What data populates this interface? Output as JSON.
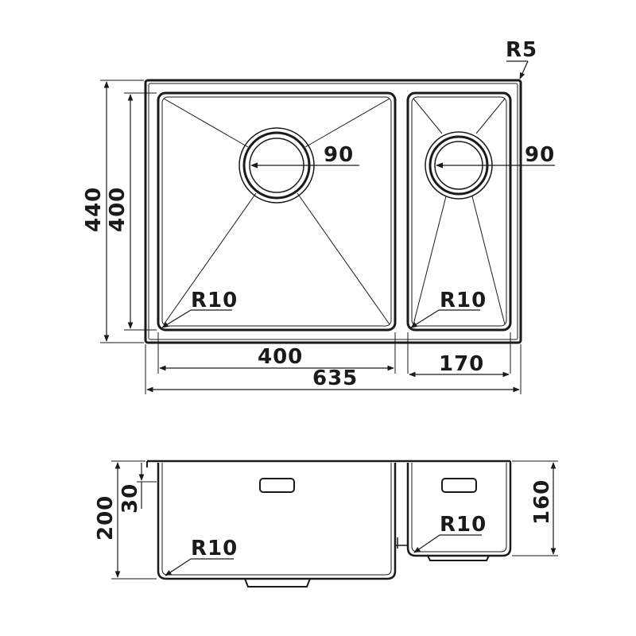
{
  "top_view": {
    "overall_height": "440",
    "inner_height": "400",
    "corner_outer_radius": "R5",
    "large_bowl_width": "400",
    "small_bowl_width": "170",
    "overall_width": "635",
    "large_drain_diameter": "90",
    "small_drain_diameter": "90",
    "large_bowl_corner_radius": "R10",
    "small_bowl_corner_radius": "R10"
  },
  "side_view": {
    "large_bowl_depth": "200",
    "flange_offset": "30",
    "small_bowl_depth": "160",
    "large_bowl_corner_radius": "R10",
    "small_bowl_corner_radius": "R10"
  }
}
